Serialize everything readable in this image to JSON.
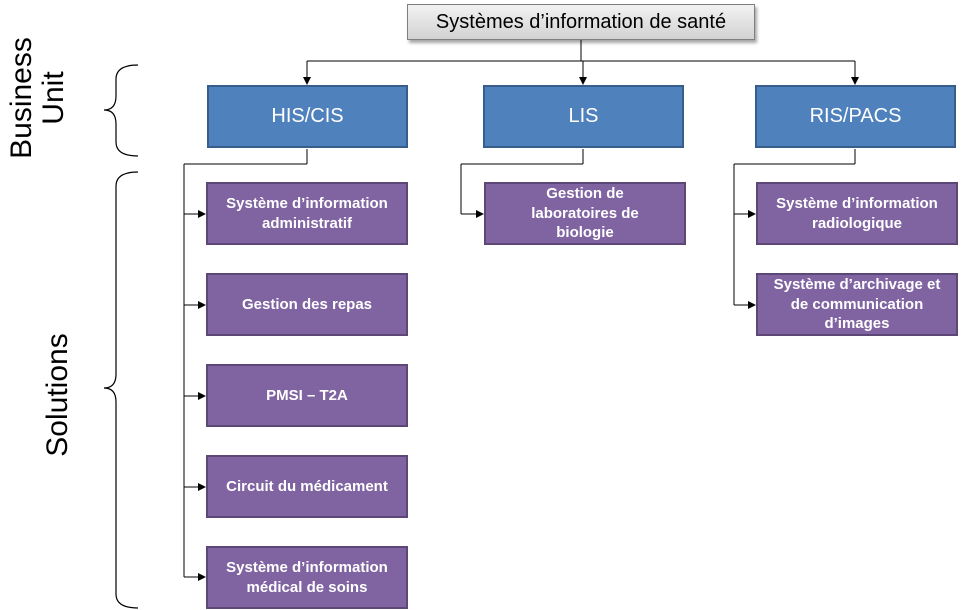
{
  "root": {
    "label": "Systèmes d’information de santé"
  },
  "side_labels": {
    "business_unit": [
      "Business",
      "Unit"
    ],
    "solutions": "Solutions"
  },
  "business_units": [
    {
      "label": "HIS/CIS",
      "solutions": [
        [
          "Système d’information",
          "administratif"
        ],
        [
          "Gestion des repas"
        ],
        [
          "PMSI – T2A"
        ],
        [
          "Circuit du médicament"
        ],
        [
          "Système d’information",
          "médical de soins"
        ]
      ]
    },
    {
      "label": "LIS",
      "solutions": [
        [
          "Gestion de",
          "laboratoires de",
          "biologie"
        ]
      ]
    },
    {
      "label": "RIS/PACS",
      "solutions": [
        [
          "Système d’information",
          "radiologique"
        ],
        [
          "Système d’archivage et",
          "de communication",
          "d’images"
        ]
      ]
    }
  ],
  "colors": {
    "unit_fill": "#4f81bd",
    "solution_fill": "#8064a2",
    "root_fill": "#e0e0e0",
    "connector": "#000000"
  }
}
